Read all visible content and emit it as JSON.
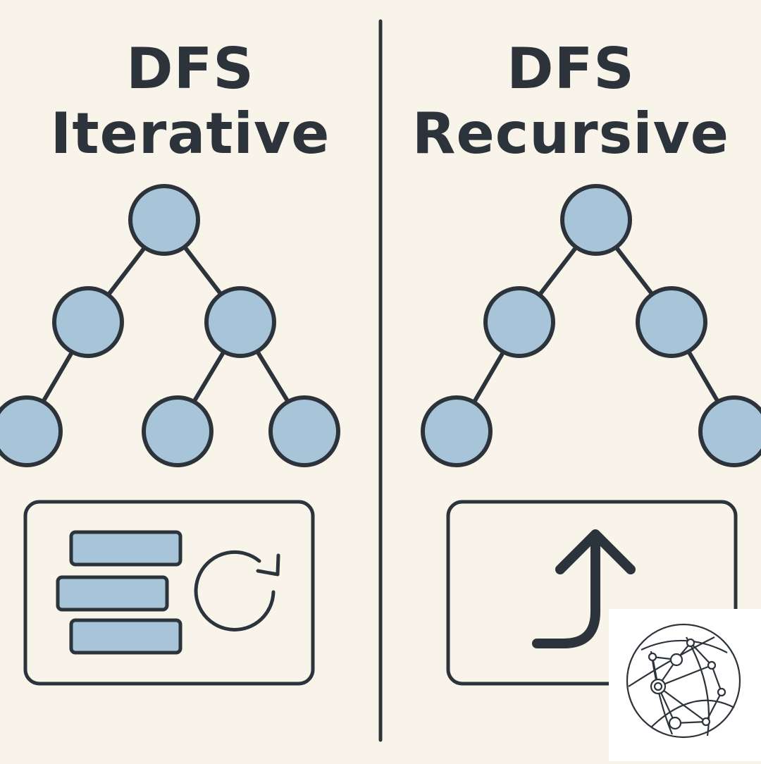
{
  "left_panel": {
    "title_line1": "DFS",
    "title_line2": "Iterative",
    "box_icons": [
      "stack-icon",
      "loop-arrow-icon"
    ]
  },
  "right_panel": {
    "title_line1": "DFS",
    "title_line2": "Recursive",
    "box_icons": [
      "return-up-arrow-icon"
    ]
  },
  "logo_icon": "network-globe-icon",
  "colors": {
    "background": "#f8f4ea",
    "ink": "#2d333b",
    "node_fill": "#a7c4d8"
  }
}
